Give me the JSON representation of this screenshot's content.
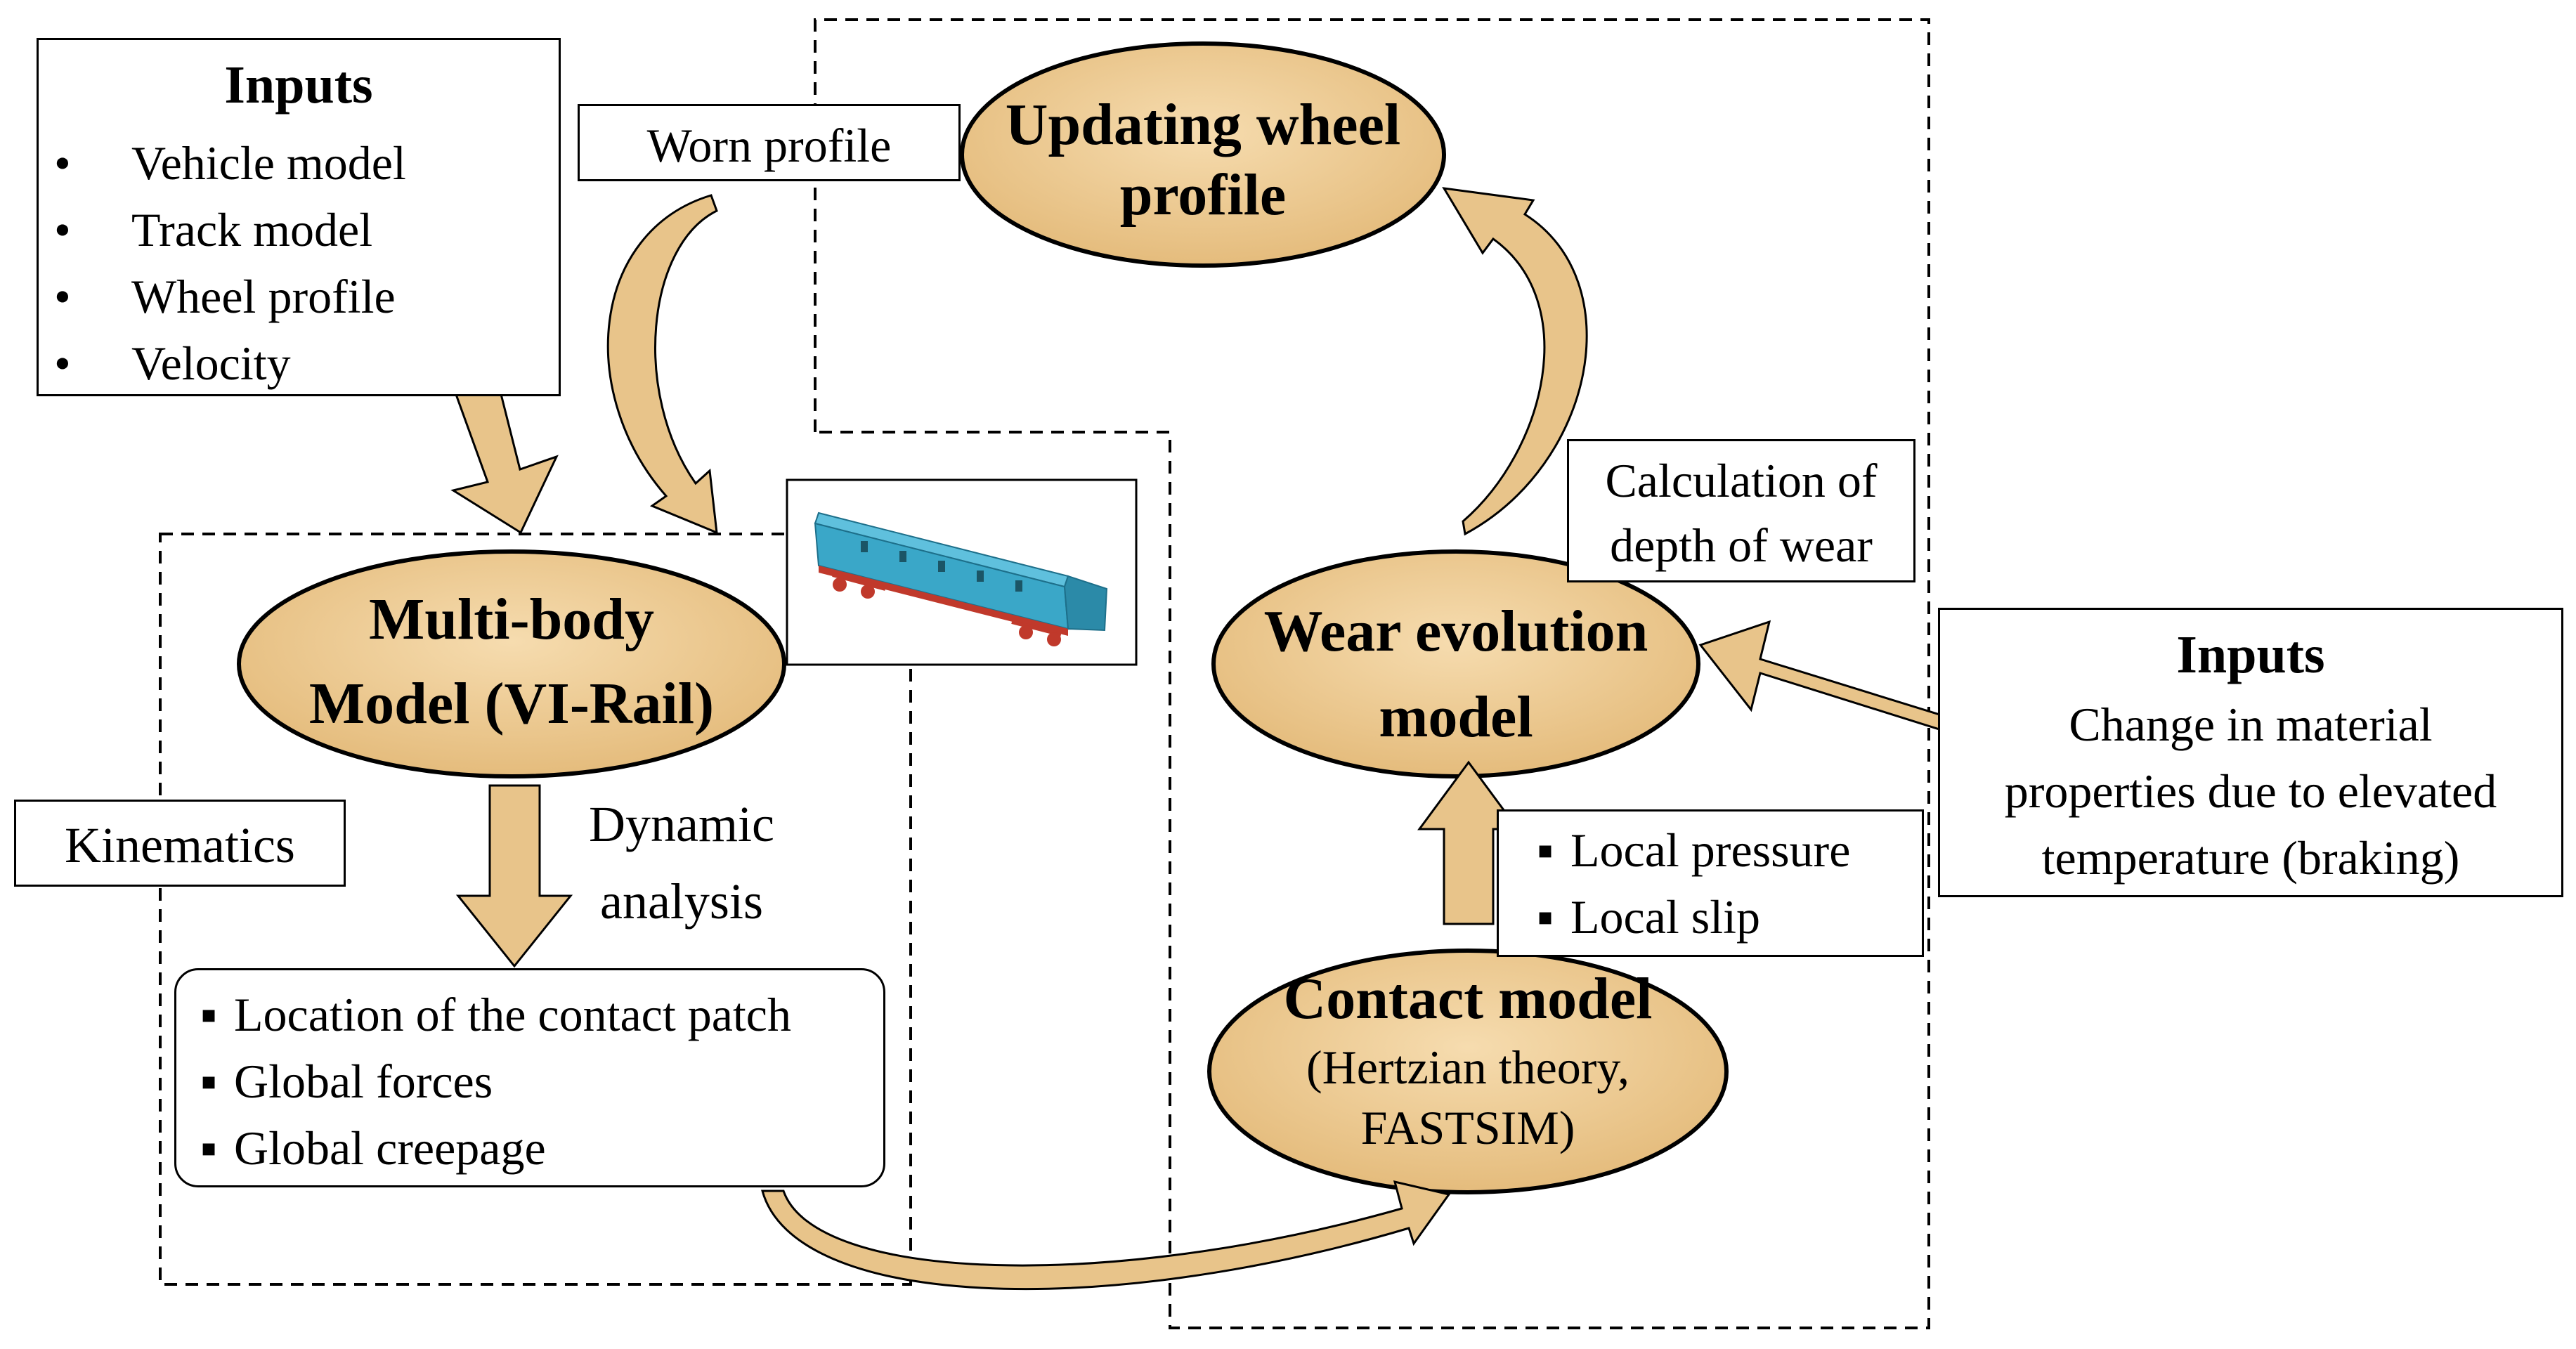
{
  "inputs_left": {
    "title": "Inputs",
    "items": [
      "Vehicle model",
      "Track model",
      "Wheel profile",
      "Velocity"
    ]
  },
  "worn_profile_label": "Worn profile",
  "updating_wheel_profile": {
    "line1": "Updating wheel",
    "line2": "profile"
  },
  "multibody_model": {
    "line1": "Multi-body",
    "line2": "Model (VI-Rail)"
  },
  "kinematics_label": "Kinematics",
  "dynamic_analysis": {
    "line1": "Dynamic",
    "line2": "analysis"
  },
  "contact_patch_outputs": [
    "Location of the contact patch",
    "Global forces",
    "Global creepage"
  ],
  "calculation_of_wear": {
    "line1": "Calculation of",
    "line2": "depth of wear"
  },
  "wear_evolution_model": {
    "line1": "Wear evolution",
    "line2": "model"
  },
  "inputs_right": {
    "title": "Inputs",
    "line1": "Change in material",
    "line2": "properties due to elevated",
    "line3": "temperature (braking)"
  },
  "local_outputs": [
    "Local pressure",
    "Local slip"
  ],
  "contact_model": {
    "title": "Contact model",
    "line1": "(Hertzian theory,",
    "line2": "FASTSIM)"
  },
  "colors": {
    "ellipse_fill": "#e9c68e",
    "arrow_fill": "#e8c48a",
    "railcar_body": "#3aa7c8",
    "railcar_underframe": "#c0392b"
  }
}
